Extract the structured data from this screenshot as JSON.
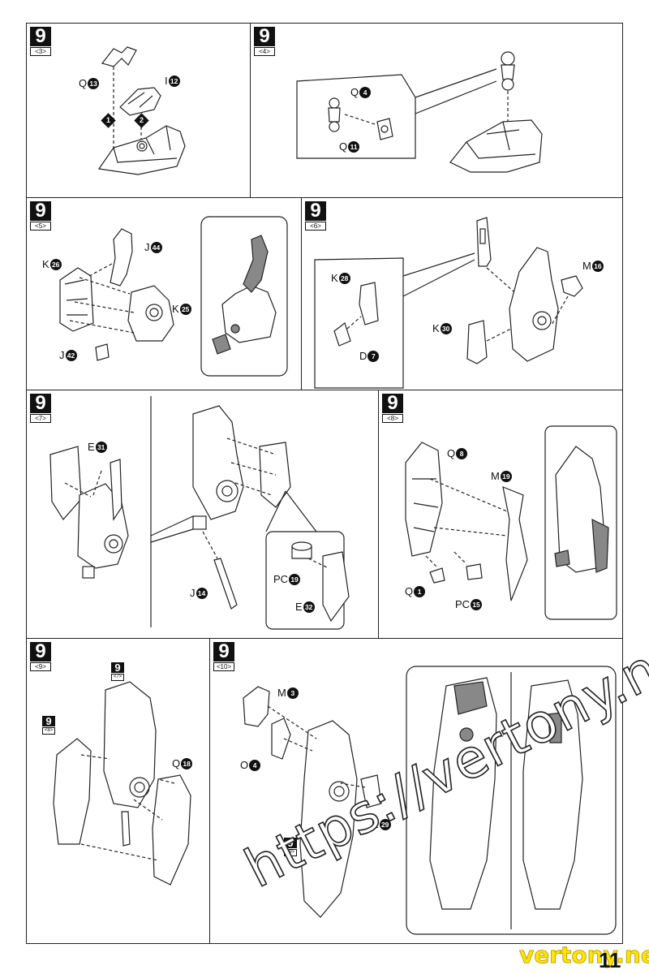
{
  "steps": [
    {
      "num": "9",
      "sub": "<3>"
    },
    {
      "num": "9",
      "sub": "<4>"
    },
    {
      "num": "9",
      "sub": "<5>"
    },
    {
      "num": "9",
      "sub": "<6>"
    },
    {
      "num": "9",
      "sub": "<7>"
    },
    {
      "num": "9",
      "sub": "<8>"
    },
    {
      "num": "9",
      "sub": "<9>"
    },
    {
      "num": "9",
      "sub": "<10>"
    }
  ],
  "references": [
    {
      "num": "9",
      "sub": "<7>"
    },
    {
      "num": "9",
      "sub": "<8>"
    },
    {
      "num": "9",
      "sub": "<9>"
    }
  ],
  "order_markers": [
    "1",
    "2"
  ],
  "parts": [
    {
      "letter": "Q",
      "num": "13"
    },
    {
      "letter": "I",
      "num": "12"
    },
    {
      "letter": "Q",
      "num": "4"
    },
    {
      "letter": "Q",
      "num": "11"
    },
    {
      "letter": "J",
      "num": "44"
    },
    {
      "letter": "K",
      "num": "26"
    },
    {
      "letter": "K",
      "num": "25"
    },
    {
      "letter": "J",
      "num": "42"
    },
    {
      "letter": "K",
      "num": "28"
    },
    {
      "letter": "M",
      "num": "16"
    },
    {
      "letter": "K",
      "num": "30"
    },
    {
      "letter": "D",
      "num": "7"
    },
    {
      "letter": "E",
      "num": "31"
    },
    {
      "letter": "J",
      "num": "14"
    },
    {
      "letter": "PC",
      "num": "19"
    },
    {
      "letter": "E",
      "num": "32"
    },
    {
      "letter": "Q",
      "num": "8"
    },
    {
      "letter": "M",
      "num": "19"
    },
    {
      "letter": "Q",
      "num": "1"
    },
    {
      "letter": "PC",
      "num": "15"
    },
    {
      "letter": "Q",
      "num": "18"
    },
    {
      "letter": "M",
      "num": "3"
    },
    {
      "letter": "O",
      "num": "4"
    },
    {
      "letter": "E",
      "num": "29"
    }
  ],
  "watermark": "https://vertony.net",
  "footer_watermark": "vertony.net",
  "page_number": "11"
}
